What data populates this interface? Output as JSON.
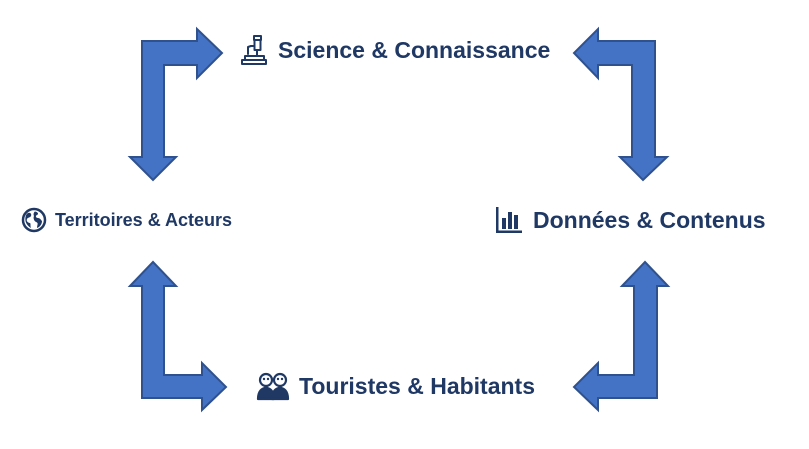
{
  "colors": {
    "arrow_fill": "#4472c4",
    "arrow_stroke": "#2f528f",
    "text": "#1f3864"
  },
  "nodes": {
    "science": {
      "label": "Science & Connaissance",
      "icon": "microscope-icon"
    },
    "donnees": {
      "label": "Données & Contenus",
      "icon": "bar-chart-icon"
    },
    "territoires": {
      "label": "Territoires & Acteurs",
      "icon": "globe-icon"
    },
    "touristes": {
      "label": "Touristes & Habitants",
      "icon": "people-icon"
    }
  },
  "connectors": [
    {
      "from": "territoires",
      "to": "science",
      "style": "bent-double-arrow"
    },
    {
      "from": "science",
      "to": "donnees",
      "style": "bent-double-arrow"
    },
    {
      "from": "territoires",
      "to": "touristes",
      "style": "bent-double-arrow"
    },
    {
      "from": "touristes",
      "to": "donnees",
      "style": "bent-double-arrow"
    }
  ]
}
